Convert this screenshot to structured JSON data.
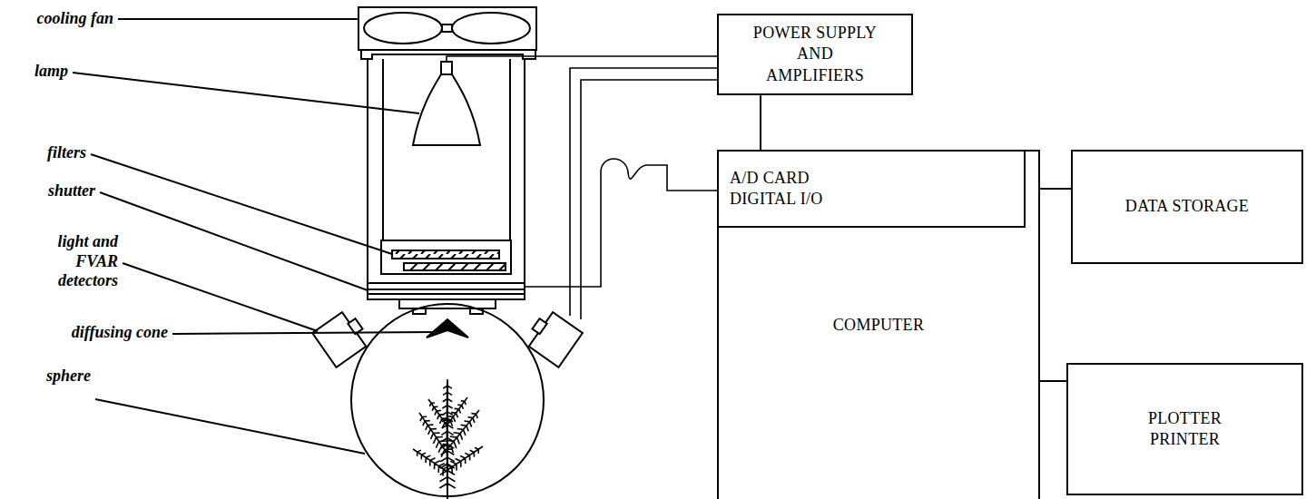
{
  "diagram": {
    "nodes": [
      {
        "text": [
          "POWER SUPPLY AND AMPLIFIERS"
        ]
      },
      {
        "text": [
          "COMPUTER"
        ]
      },
      {
        "text": [
          "A/D CARD DIGITAL I/O"
        ],
        "in": 1
      },
      {
        "text": [
          "DATA STORAGE"
        ]
      },
      {
        "text": [
          "PLOTTER PRINTER"
        ]
      }
    ],
    "edges": [
      {
        "from": 0,
        "to": 2,
        "arrow": "none"
      },
      {
        "from": 2,
        "to": 3,
        "arrow": "none"
      },
      {
        "from": 1,
        "to": 4,
        "arrow": "none"
      }
    ],
    "labels": [
      "cooling fan",
      "lamp",
      "filters",
      "shutter",
      "light and FVAR detectors",
      "diffusing cone",
      "sphere"
    ]
  }
}
